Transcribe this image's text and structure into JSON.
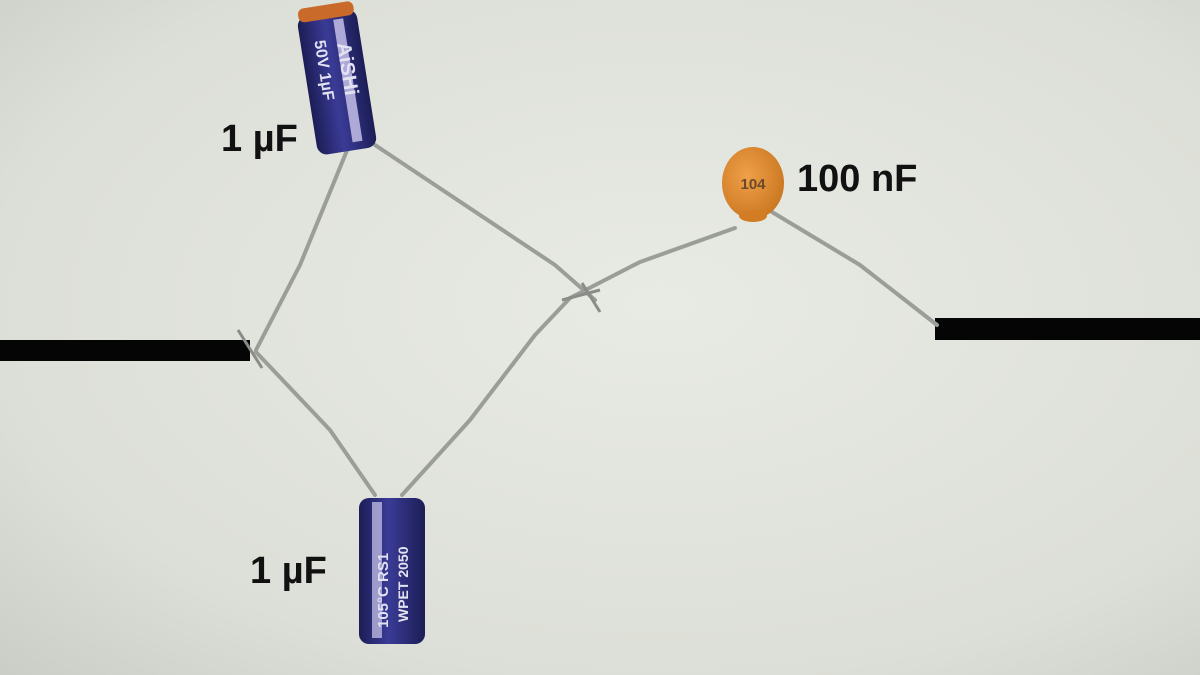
{
  "labels": {
    "top_capacitor": "1 µF",
    "bottom_capacitor": "1 µF",
    "ceramic_capacitor": "100 nF"
  },
  "markings": {
    "top_capacitor_brand": "AiSHi",
    "top_capacitor_rating": "50V 1µF",
    "bottom_capacitor_series": "105°C RS1",
    "bottom_capacitor_code": "WPET 2050",
    "ceramic_code": "104"
  },
  "colors": {
    "background": "#dde0d8",
    "electrolytic_body": "#2c2d7a",
    "electrolytic_stripe": "#c4c0e8",
    "ceramic_body": "#e08a2c",
    "wire": "#9b9d98",
    "terminal_bar": "#050505",
    "label_text": "#111111"
  }
}
